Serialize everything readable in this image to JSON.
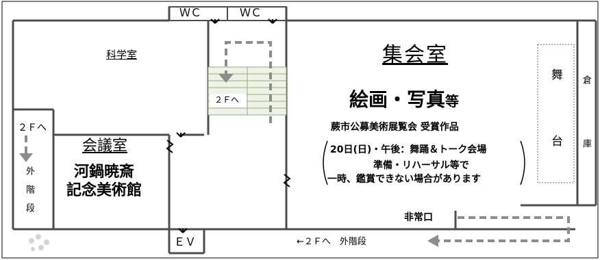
{
  "rooms": {
    "wc_left": "ＷＣ",
    "wc_right": "ＷＣ",
    "science_room": "科学室",
    "stairs_2f": "２Ｆへ",
    "meeting_room": "会議室",
    "museum_line1": "河鍋暁斎",
    "museum_line2": "記念美術館",
    "assembly_room": "集会室",
    "exhibit_main": "絵画・写真",
    "exhibit_main_suffix": "等",
    "exhibit_sub": "蕨市公募美術展覧会 受賞作品",
    "notice_line1": "20日(日)・午後：舞踊＆トーク会場",
    "notice_line2": "準備・リハーサル等で",
    "notice_line3": "一時、鑑賞できない場合があります",
    "stage": "舞台",
    "storage": "倉庫",
    "left_2f": "２Ｆへ",
    "outer_stairs": "外階段",
    "ev": "ＥＶ",
    "emergency_exit": "非常口",
    "bottom_note": "←２Ｆへ　外階段"
  },
  "colors": {
    "wall": "#4d4d4d",
    "arrow": "#8c8c8c",
    "stair_fill": "#eef4e3",
    "stair_line": "#9aa690"
  }
}
